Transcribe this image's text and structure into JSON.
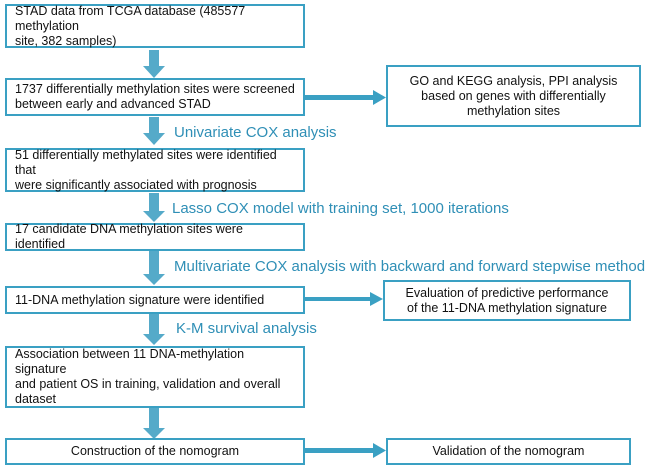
{
  "flow": {
    "box1": "STAD data from TCGA database (485577 methylation\nsite, 382 samples)",
    "box2": "1737 differentially methylation sites were screened\nbetween early and advanced STAD",
    "box2_side": "GO and KEGG analysis, PPI analysis\nbased on genes with differentially\nmethylation sites",
    "step1": "Univariate COX analysis",
    "box3": "51 differentially methylated sites were identified that\nwere significantly associated with prognosis",
    "step2": "Lasso COX model with training set, 1000 iterations",
    "box4": "17 candidate DNA methylation sites were identified",
    "step3": "Multivariate COX analysis with backward and forward stepwise method",
    "box5": "11-DNA methylation signature were identified",
    "box5_side": "Evaluation of predictive performance\nof the 11-DNA methylation signature",
    "step4": "K-M survival analysis",
    "box6": "Association between 11 DNA-methylation signature\nand patient OS in training, validation and overall\ndataset",
    "box7": "Construction of the nomogram",
    "box7_side": "Validation of the nomogram"
  },
  "colors": {
    "accent": "#3aa0c3",
    "label": "#2f8fb6",
    "text": "#111111"
  }
}
